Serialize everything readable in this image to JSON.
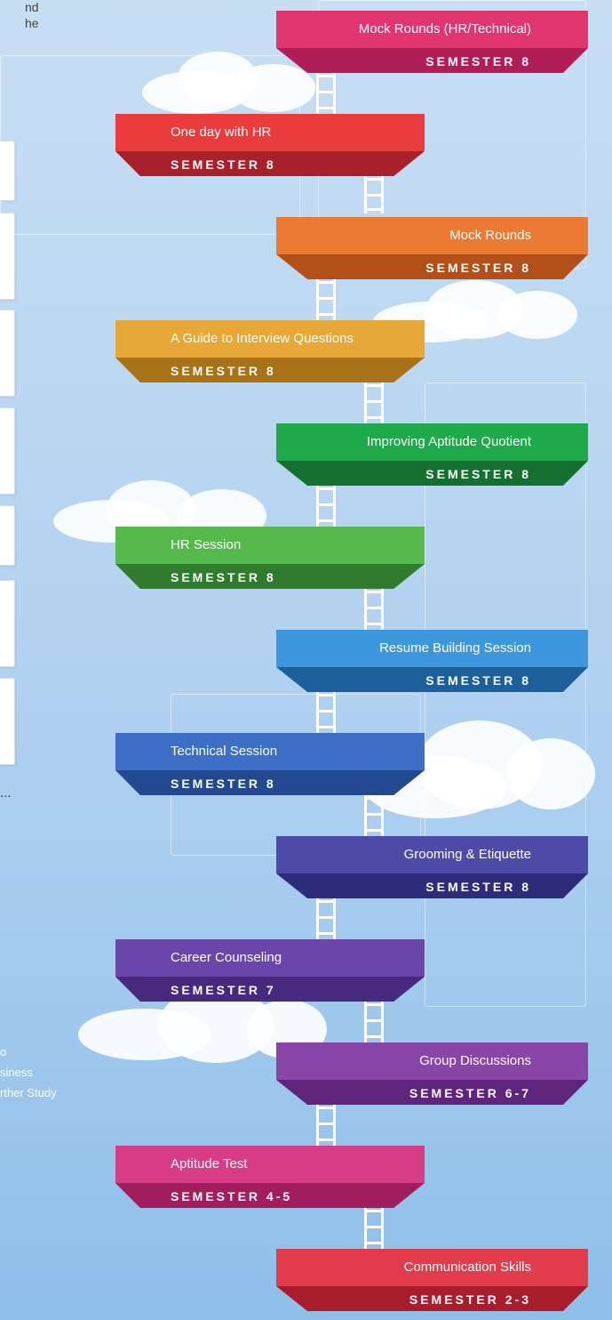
{
  "left_fragments": {
    "top_line_1": "nd",
    "top_line_2": "he",
    "ellipsis": "...",
    "list": [
      "o",
      "siness",
      "rther Study"
    ]
  },
  "steps": [
    {
      "title": "Mock Rounds (HR/Technical)",
      "semester": "SEMESTER 8",
      "color": "#e0356e",
      "dark": "#b01e55"
    },
    {
      "title": "One day with HR",
      "semester": "SEMESTER 8",
      "color": "#ea3c3c",
      "dark": "#a8202a"
    },
    {
      "title": "Mock Rounds",
      "semester": "SEMESTER 8",
      "color": "#ec7a33",
      "dark": "#b34f19"
    },
    {
      "title": "A Guide to Interview Questions",
      "semester": "SEMESTER 8",
      "color": "#e8a838",
      "dark": "#a87218"
    },
    {
      "title": "Improving Aptitude Quotient",
      "semester": "SEMESTER 8",
      "color": "#1ea94a",
      "dark": "#13702f"
    },
    {
      "title": "HR Session",
      "semester": "SEMESTER 8",
      "color": "#55b94b",
      "dark": "#2f7d2c"
    },
    {
      "title": "Resume Building Session",
      "semester": "SEMESTER 8",
      "color": "#3d97dc",
      "dark": "#1d5f9a"
    },
    {
      "title": "Technical Session",
      "semester": "SEMESTER 8",
      "color": "#3d6fc6",
      "dark": "#234a91"
    },
    {
      "title": "Grooming & Etiquette",
      "semester": "SEMESTER 8",
      "color": "#4d4aa8",
      "dark": "#2e2b7a"
    },
    {
      "title": "Career Counseling",
      "semester": "SEMESTER 7",
      "color": "#6a46ab",
      "dark": "#472a7d"
    },
    {
      "title": "Group Discussions",
      "semester": "SEMESTER 6-7",
      "color": "#8a45a8",
      "dark": "#5f247b"
    },
    {
      "title": "Aptitude Test",
      "semester": "SEMESTER 4-5",
      "color": "#d93c86",
      "dark": "#a11e5d"
    },
    {
      "title": "Communication Skills",
      "semester": "SEMESTER 2-3",
      "color": "#e23b4b",
      "dark": "#a81d2b"
    }
  ]
}
